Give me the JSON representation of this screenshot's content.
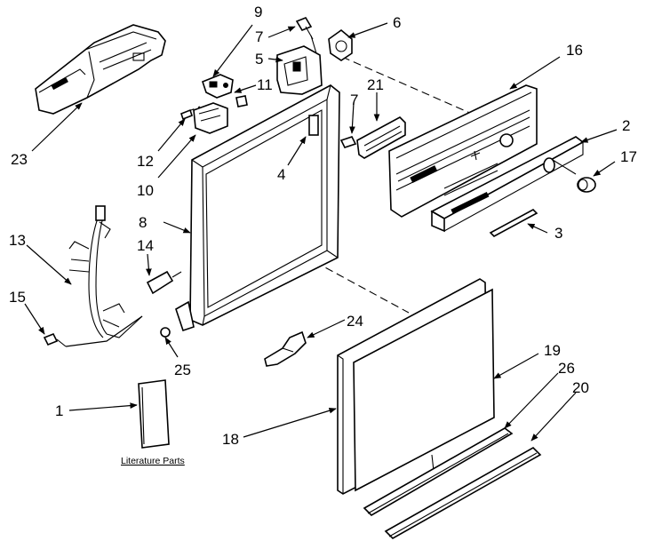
{
  "diagram": {
    "caption": "Literature Parts",
    "callouts": [
      {
        "id": "1",
        "label": "1"
      },
      {
        "id": "2",
        "label": "2"
      },
      {
        "id": "3",
        "label": "3"
      },
      {
        "id": "4",
        "label": "4"
      },
      {
        "id": "5",
        "label": "5"
      },
      {
        "id": "6",
        "label": "6"
      },
      {
        "id": "7a",
        "label": "7"
      },
      {
        "id": "7b",
        "label": "7"
      },
      {
        "id": "8",
        "label": "8"
      },
      {
        "id": "9",
        "label": "9"
      },
      {
        "id": "10",
        "label": "10"
      },
      {
        "id": "11",
        "label": "11"
      },
      {
        "id": "12",
        "label": "12"
      },
      {
        "id": "13",
        "label": "13"
      },
      {
        "id": "14",
        "label": "14"
      },
      {
        "id": "15",
        "label": "15"
      },
      {
        "id": "16",
        "label": "16"
      },
      {
        "id": "17",
        "label": "17"
      },
      {
        "id": "18",
        "label": "18"
      },
      {
        "id": "19",
        "label": "19"
      },
      {
        "id": "20",
        "label": "20"
      },
      {
        "id": "21",
        "label": "21"
      },
      {
        "id": "23",
        "label": "23"
      },
      {
        "id": "24",
        "label": "24"
      },
      {
        "id": "25",
        "label": "25"
      },
      {
        "id": "26",
        "label": "26"
      }
    ]
  }
}
